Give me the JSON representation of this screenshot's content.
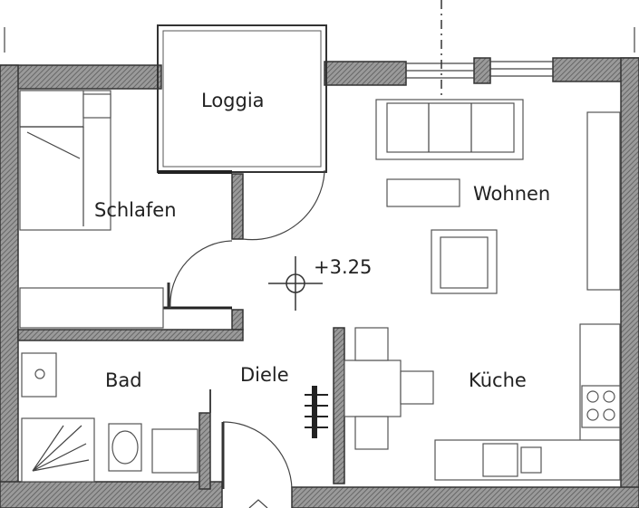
{
  "rooms": {
    "loggia": "Loggia",
    "schlafen": "Schlafen",
    "wohnen": "Wohnen",
    "bad": "Bad",
    "diele": "Diele",
    "kueche": "Küche"
  },
  "elevation": "+3.25"
}
